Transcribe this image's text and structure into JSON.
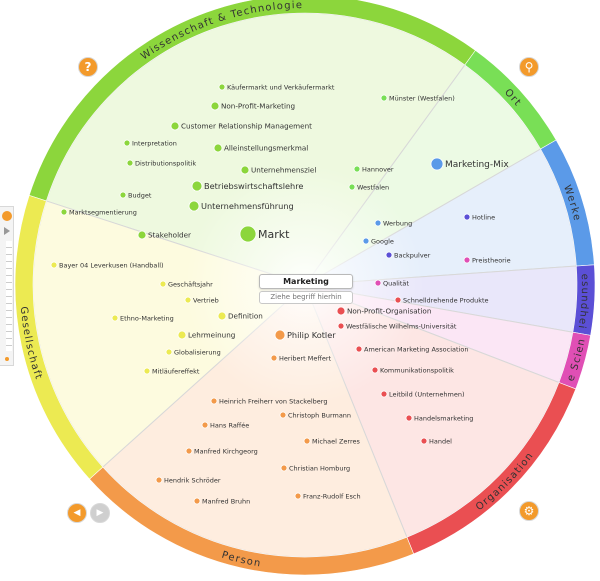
{
  "center": {
    "title": "Marketing",
    "placeholder": "Ziehe begriff hierhin"
  },
  "buttons": {
    "help": "?",
    "search": "⚲",
    "back": "◀",
    "forward": "▶",
    "share": "⚙"
  },
  "segments": [
    {
      "name": "Wissenschaft & Technologie",
      "color": "#8cd63c",
      "fill": "#eef9df"
    },
    {
      "name": "Ort",
      "color": "#79df56",
      "fill": "#ecfae4"
    },
    {
      "name": "Werke",
      "color": "#5b9ae8",
      "fill": "#e6effb"
    },
    {
      "name": "Gesundheit",
      "color": "#5b4fd6",
      "fill": "#e9e7fa"
    },
    {
      "name": "Life Science",
      "color": "#e04fb5",
      "fill": "#fbe6f5"
    },
    {
      "name": "Organisation",
      "color": "#ea4f52",
      "fill": "#fde6e4"
    },
    {
      "name": "Person",
      "color": "#f39a4a",
      "fill": "#feeddf"
    },
    {
      "name": "Gesellschaft",
      "color": "#ecea52",
      "fill": "#fdfbdf"
    }
  ],
  "terms": [
    {
      "label": "Käufermarkt und Verkäufermarkt",
      "seg": 0,
      "size": 1
    },
    {
      "label": "Non-Profit-Marketing",
      "seg": 0,
      "size": 2
    },
    {
      "label": "Interpretation",
      "seg": 0,
      "size": 1
    },
    {
      "label": "Customer Relationship Management",
      "seg": 0,
      "size": 2
    },
    {
      "label": "Alleinstellungsmerkmal",
      "seg": 0,
      "size": 2
    },
    {
      "label": "Distributionspolitik",
      "seg": 0,
      "size": 1
    },
    {
      "label": "Unternehmensziel",
      "seg": 0,
      "size": 2
    },
    {
      "label": "Betriebswirtschaftslehre",
      "seg": 0,
      "size": 3
    },
    {
      "label": "Budget",
      "seg": 0,
      "size": 1
    },
    {
      "label": "Unternehmensführung",
      "seg": 0,
      "size": 3
    },
    {
      "label": "Marktsegmentierung",
      "seg": 0,
      "size": 1
    },
    {
      "label": "Stakeholder",
      "seg": 0,
      "size": 2
    },
    {
      "label": "Markt",
      "seg": 0,
      "size": 5
    },
    {
      "label": "Münster (Westfalen)",
      "seg": 1,
      "size": 1
    },
    {
      "label": "Hannover",
      "seg": 1,
      "size": 1
    },
    {
      "label": "Westfalen",
      "seg": 1,
      "size": 1
    },
    {
      "label": "Marketing-Mix",
      "seg": 2,
      "size": 4
    },
    {
      "label": "Werbung",
      "seg": 2,
      "size": 1
    },
    {
      "label": "Google",
      "seg": 2,
      "size": 1
    },
    {
      "label": "Hotline",
      "seg": 3,
      "size": 1
    },
    {
      "label": "Backpulver",
      "seg": 3,
      "size": 1
    },
    {
      "label": "Preistheorie",
      "seg": 4,
      "size": 1
    },
    {
      "label": "Qualität",
      "seg": 4,
      "size": 1
    },
    {
      "label": "Schnelldrehende Produkte",
      "seg": 5,
      "size": 1
    },
    {
      "label": "Non-Profit-Organisation",
      "seg": 5,
      "size": 2
    },
    {
      "label": "Westfälische Wilhelms-Universität",
      "seg": 5,
      "size": 1
    },
    {
      "label": "American Marketing Association",
      "seg": 5,
      "size": 1
    },
    {
      "label": "Kommunikationspolitik",
      "seg": 5,
      "size": 1
    },
    {
      "label": "Leitbild (Unternehmen)",
      "seg": 5,
      "size": 1
    },
    {
      "label": "Handelsmarketing",
      "seg": 5,
      "size": 1
    },
    {
      "label": "Handel",
      "seg": 5,
      "size": 1
    },
    {
      "label": "Philip Kotler",
      "seg": 6,
      "size": 3
    },
    {
      "label": "Heribert Meffert",
      "seg": 6,
      "size": 1
    },
    {
      "label": "Heinrich Freiherr von Stackelberg",
      "seg": 6,
      "size": 1
    },
    {
      "label": "Christoph Burmann",
      "seg": 6,
      "size": 1
    },
    {
      "label": "Hans Raffée",
      "seg": 6,
      "size": 1
    },
    {
      "label": "Michael Zerres",
      "seg": 6,
      "size": 1
    },
    {
      "label": "Manfred Kirchgeorg",
      "seg": 6,
      "size": 1
    },
    {
      "label": "Christian Homburg",
      "seg": 6,
      "size": 1
    },
    {
      "label": "Hendrik Schröder",
      "seg": 6,
      "size": 1
    },
    {
      "label": "Franz-Rudolf Esch",
      "seg": 6,
      "size": 1
    },
    {
      "label": "Manfred Bruhn",
      "seg": 6,
      "size": 1
    },
    {
      "label": "Bayer 04 Leverkusen (Handball)",
      "seg": 7,
      "size": 1
    },
    {
      "label": "Geschäftsjahr",
      "seg": 7,
      "size": 1
    },
    {
      "label": "Vertrieb",
      "seg": 7,
      "size": 1
    },
    {
      "label": "Ethno-Marketing",
      "seg": 7,
      "size": 1
    },
    {
      "label": "Definition",
      "seg": 7,
      "size": 2
    },
    {
      "label": "Lehrmeinung",
      "seg": 7,
      "size": 2
    },
    {
      "label": "Globalisierung",
      "seg": 7,
      "size": 1
    },
    {
      "label": "Mitläufereffekt",
      "seg": 7,
      "size": 1
    }
  ]
}
